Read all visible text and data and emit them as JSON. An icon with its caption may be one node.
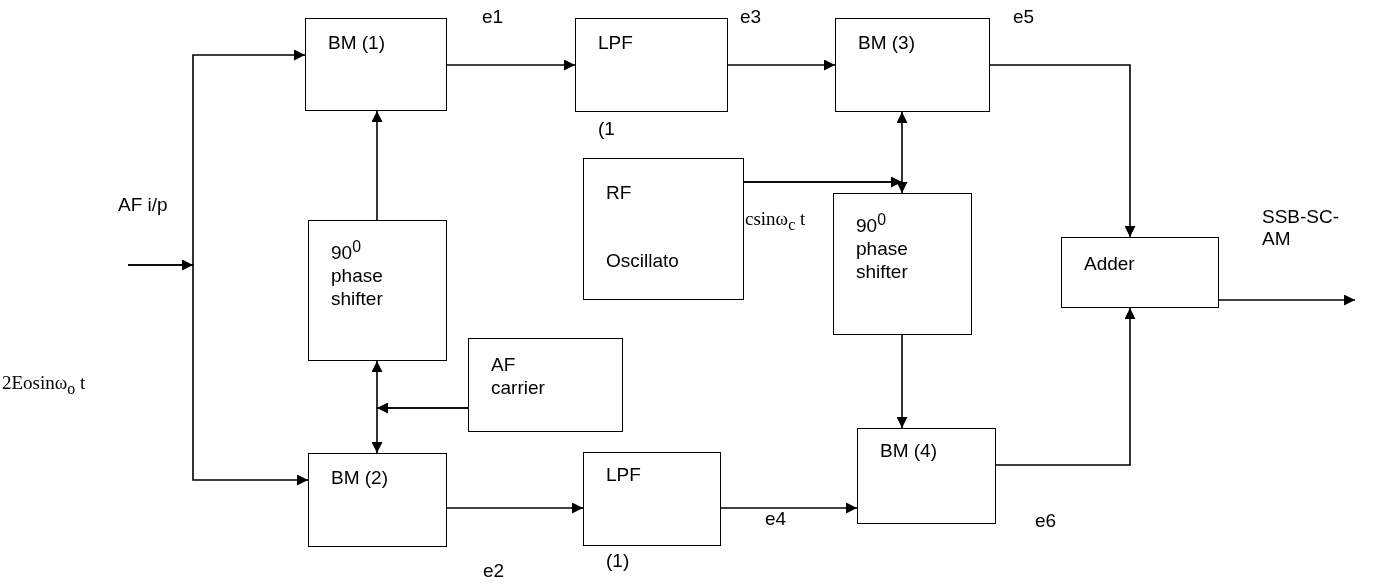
{
  "diagram": {
    "nodes": [
      {
        "text": [
          "BM (1)"
        ]
      },
      {
        "text": [
          "LPF",
          "(1"
        ]
      },
      {
        "text": [
          "BM (3)"
        ]
      },
      {
        "text": [
          "RF",
          "Oscillato"
        ]
      },
      {
        "text": [
          "90$^{0}$ phase shifter"
        ]
      },
      {
        "text": [
          "90$^{0}$ phase shifter"
        ]
      },
      {
        "text": [
          "AF carrier"
        ]
      },
      {
        "text": [
          "BM (2)"
        ]
      },
      {
        "text": [
          "LPF",
          "(1)"
        ]
      },
      {
        "text": [
          "BM (4)"
        ]
      },
      {
        "text": [
          "Adder"
        ]
      }
    ],
    "edges": [
      {
        "from": null,
        "to": 0,
        "arrow": "to"
      },
      {
        "from": null,
        "to": 7,
        "arrow": "to"
      },
      {
        "from": 0,
        "to": 1,
        "arrow": "to"
      },
      {
        "from": 1,
        "to": 2,
        "arrow": "to"
      },
      {
        "from": 3,
        "to": 2,
        "arrow": "to"
      },
      {
        "from": 3,
        "to": 4,
        "arrow": "to"
      },
      {
        "from": 5,
        "to": 0,
        "arrow": "to"
      },
      {
        "from": 6,
        "to": 5,
        "arrow": "to"
      },
      {
        "from": 6,
        "to": 7,
        "arrow": "to"
      },
      {
        "from": 7,
        "to": 8,
        "arrow": "to"
      },
      {
        "from": 8,
        "to": 9,
        "arrow": "to"
      },
      {
        "from": 4,
        "to": 9,
        "arrow": "to"
      },
      {
        "from": 2,
        "to": 10,
        "arrow": "to"
      },
      {
        "from": 9,
        "to": 10,
        "arrow": "to"
      },
      {
        "from": 10,
        "to": null,
        "arrow": "to"
      }
    ],
    "labels": [
      "e1",
      "e3",
      "e5",
      "AF i/p",
      "csinω$_{c}$ t",
      "SSB-SC- AM",
      "2Eosinω$_{o}$ t",
      "e4",
      "e6",
      "e2"
    ]
  }
}
